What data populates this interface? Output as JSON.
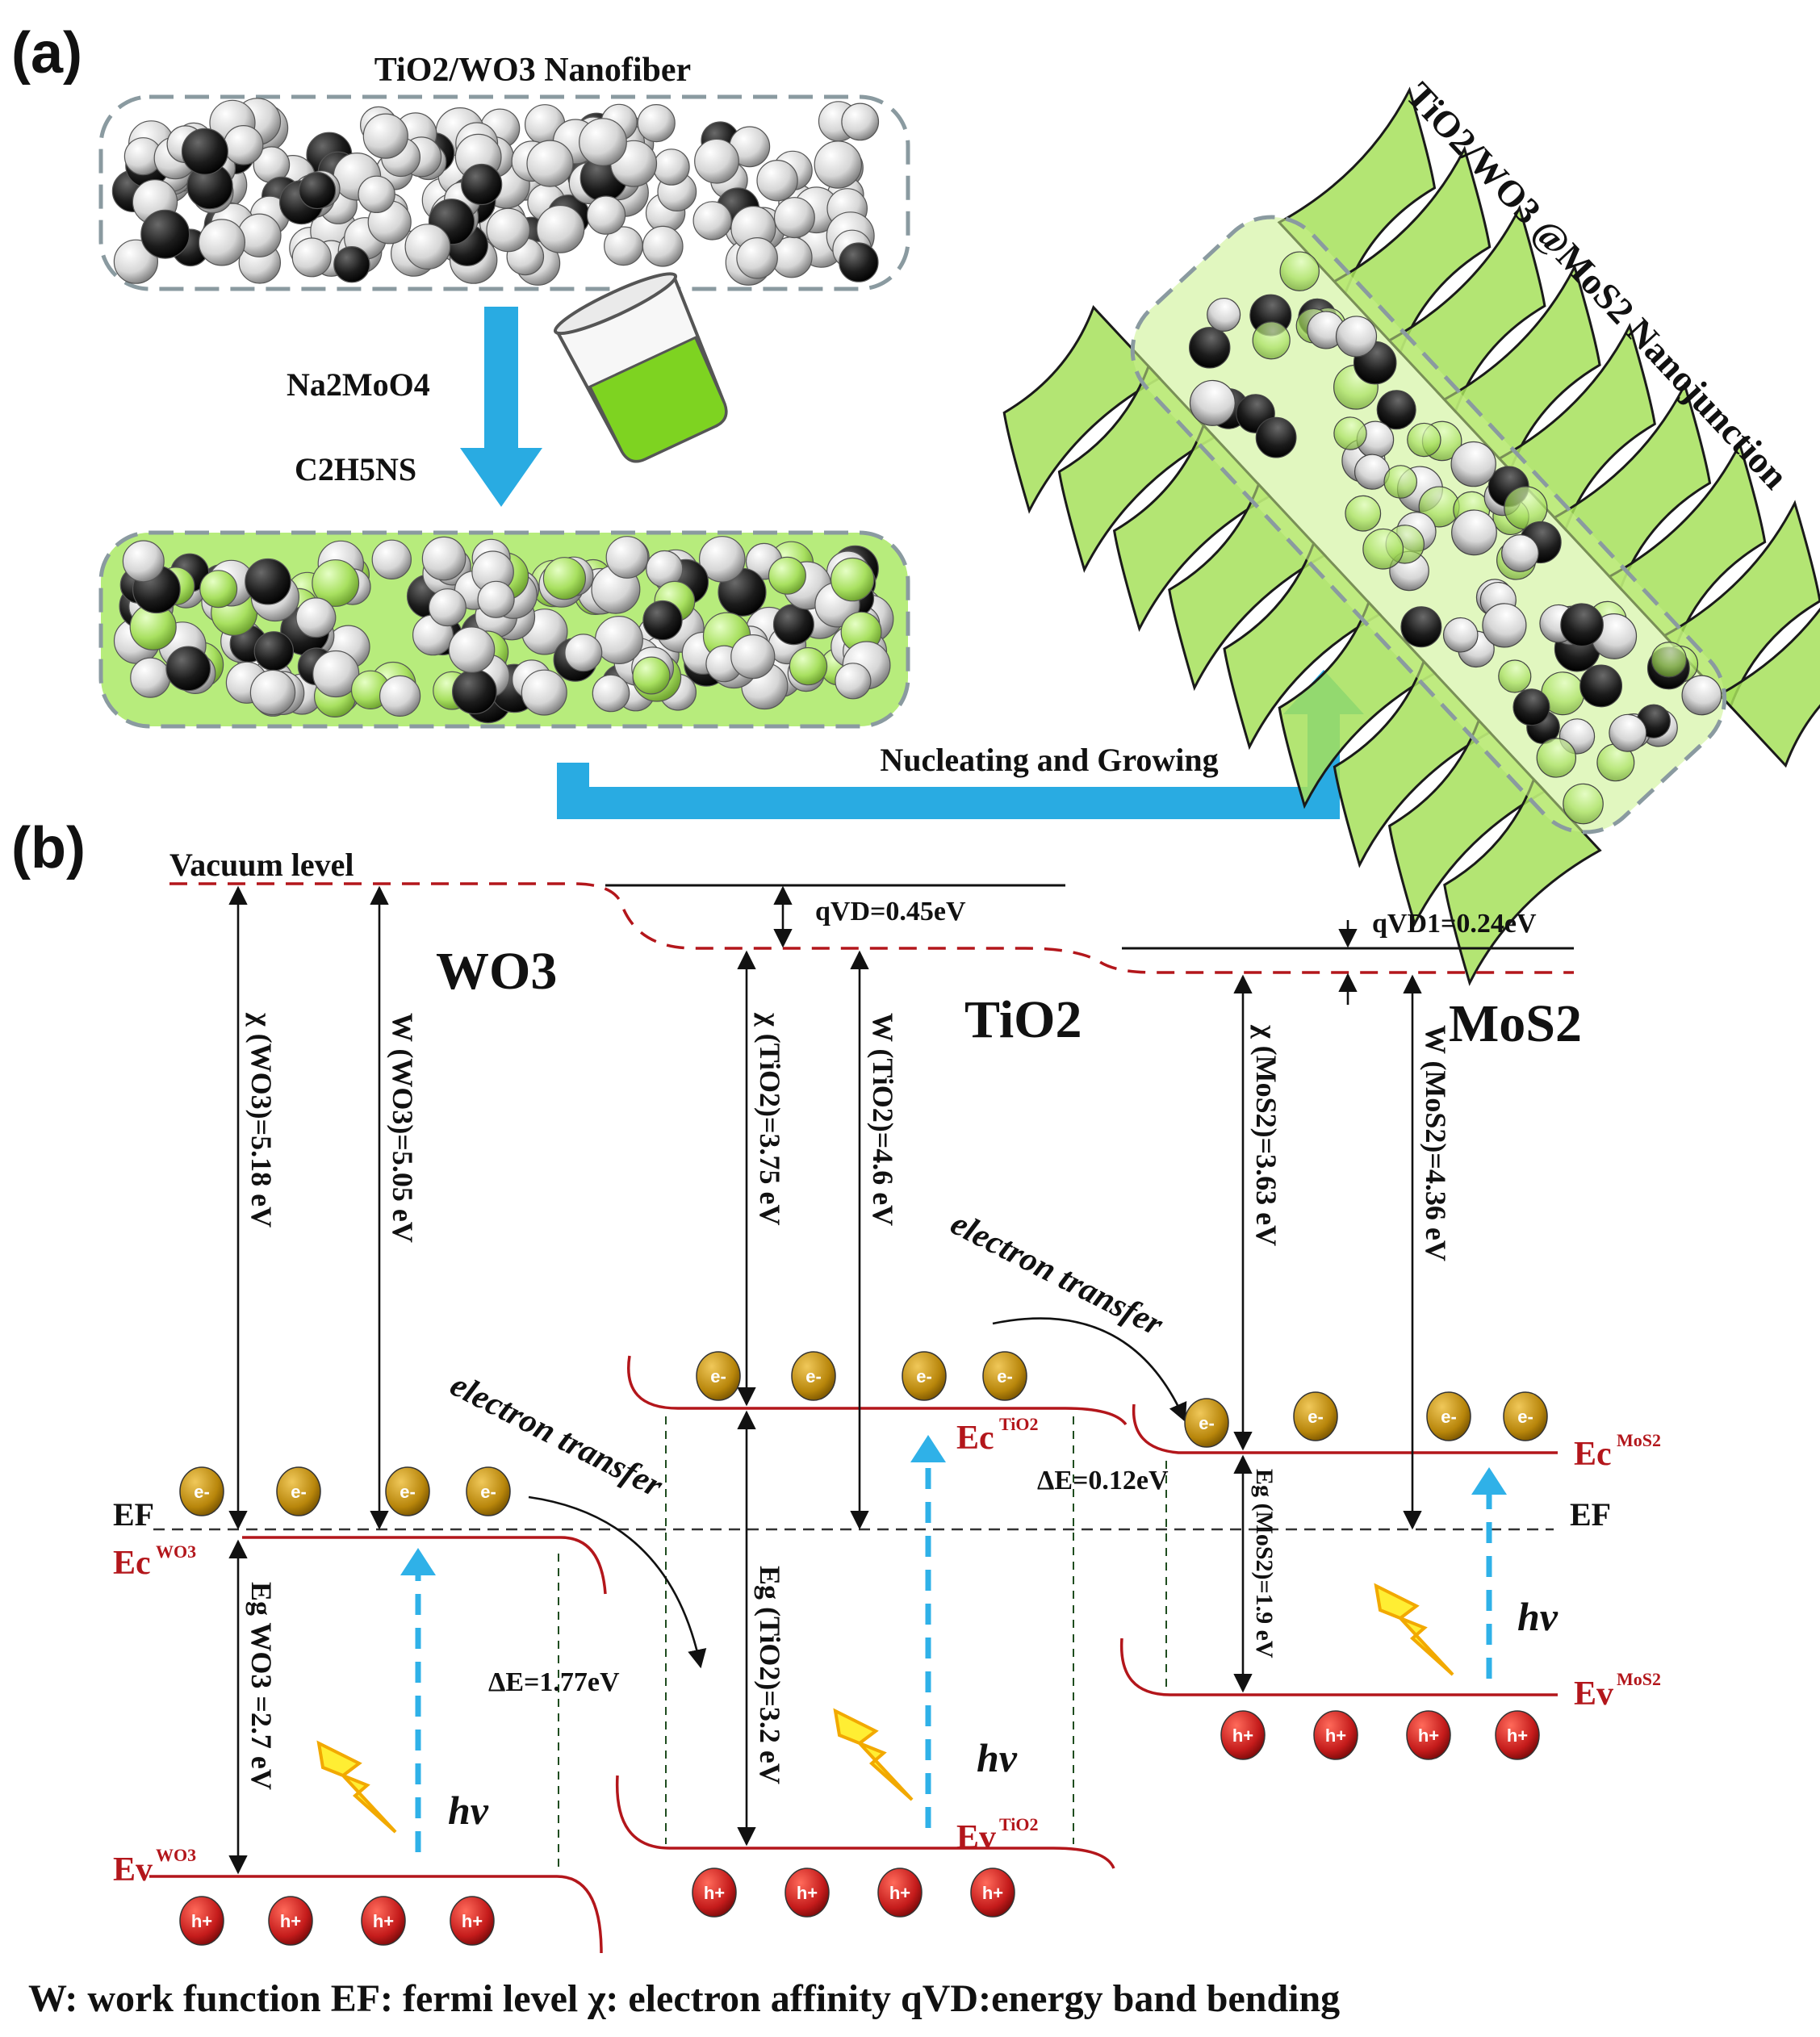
{
  "panel_a": {
    "label": "(a)",
    "nanofiber_title": "TiO2/WO3 Nanofiber",
    "reagent_1": "Na2MoO4",
    "reagent_2": "C2H5NS",
    "process_label": "Nucleating and Growing",
    "product_title": "TiO2/WO3 @MoS2 Nanojunction"
  },
  "panel_b": {
    "label": "(b)",
    "vacuum_level": "Vacuum level",
    "wo3": {
      "name": "WO3",
      "chi": "χ (WO3)=5.18 eV",
      "work_function": "W (WO3)=5.05 eV",
      "eg": "Eg WO3 =2.7 eV",
      "ec": "Ec",
      "ec_sup": "WO3",
      "ev": "Ev",
      "ev_sup": "WO3"
    },
    "tio2": {
      "name": "TiO2",
      "chi": "χ (TiO2)=3.75 eV",
      "work_function": "W (TiO2)=4.6 eV",
      "eg": "Eg (TiO2)=3.2 eV",
      "ec": "Ec",
      "ec_sup": "TiO2",
      "ev": "Ev",
      "ev_sup": "TiO2"
    },
    "mos2": {
      "name": "MoS2",
      "chi": "χ (MoS2)=3.63 eV",
      "work_function": "W (MoS2)=4.36 eV",
      "eg": "Eg (MoS2)=1.9 eV",
      "ec": "Ec",
      "ec_sup": "MoS2",
      "ev": "Ev",
      "ev_sup": "MoS2"
    },
    "qvd": "qVD=0.45eV",
    "qvd1": "qVD1=0.24eV",
    "delta_e_1": "ΔE=1.77eV",
    "delta_e_2": "ΔE=0.12eV",
    "fermi_left": "EF",
    "fermi_right": "EF",
    "electron_transfer_1": "electron transfer",
    "electron_transfer_2": "electron transfer",
    "photon": "hv",
    "electron_symbol": "e-",
    "hole_symbol": "h+"
  },
  "legend": "W: work function  EF: fermi level  χ: electron affinity  qVD:energy band bending",
  "colors": {
    "band_red": "#b3161b",
    "arrow_blue": "#29abe2",
    "mos2_green": "#a6e05a",
    "electron_gold": "#b8860b",
    "hole_red": "#c41b1b"
  }
}
